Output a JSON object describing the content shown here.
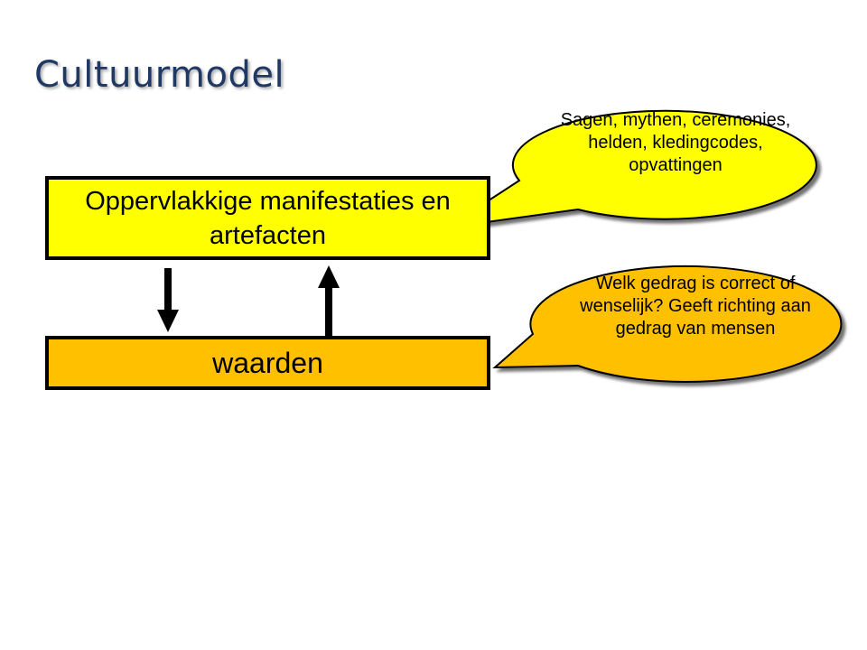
{
  "slide": {
    "title": "Cultuurmodel"
  },
  "diagram": {
    "surface_box": {
      "label": "Oppervlakkige manifestaties en artefacten",
      "color": "#ffff00"
    },
    "values_box": {
      "label": "waarden",
      "color": "#ffc000"
    },
    "callout_surface": {
      "text": "Sagen, mythen, ceremonies, helden, kledingcodes, opvattingen",
      "color": "#ffff00"
    },
    "callout_values": {
      "text": "Welk gedrag is correct of wenselijk? Geeft richting aan gedrag van mensen",
      "color": "#ffc000"
    }
  }
}
